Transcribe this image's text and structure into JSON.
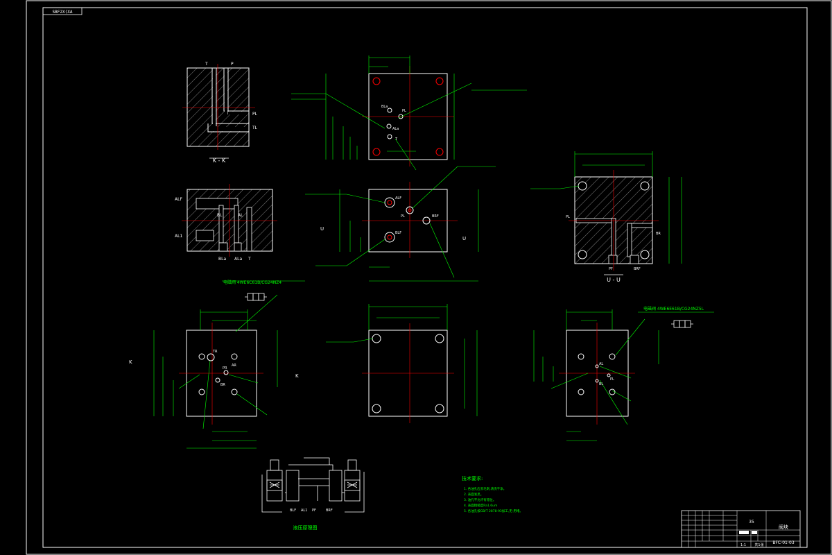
{
  "drawing_title": "SBF2X(XA",
  "sections": {
    "kk": "K - K",
    "uu": "U - U"
  },
  "ports": {
    "T": "T",
    "P": "P",
    "PL": "PL",
    "TL": "TL",
    "ALF": "ALF",
    "BLF": "BLF",
    "BL": "BL",
    "AL": "AL",
    "BLa": "BLa",
    "ALa": "ALa",
    "PF": "PF",
    "BRF": "BRF",
    "BR": "BR",
    "PR": "PR",
    "TR": "TR",
    "AR": "AR",
    "A1": "AL1",
    "K": "K",
    "U": "U"
  },
  "valve_notes": {
    "left": "电磁阀 4WE6C61B/CG24NZ4",
    "right": "电磁阀 4WE6E61B/CG24NZ5L"
  },
  "hydraulic_schematic": {
    "caption": "液压原理图",
    "ports": [
      "BLF",
      "AL1",
      "PF",
      "BRF"
    ]
  },
  "tech_requirements": {
    "title": "技术要求:",
    "items": [
      "1. 各油孔应去毛刺,清洗干净。",
      "2. 表面发黑。",
      "3. 油孔不允许有错位。",
      "4. 表面粗糙度Ra1.6um",
      "5. 各油孔按GB/T 2878-93加工,无-用堵。"
    ]
  },
  "title_block": {
    "material": "35",
    "name": "阀块",
    "drawing_no": "BFC-01-03",
    "scale": "1:1",
    "sheet": "共1张"
  },
  "colors": {
    "background": "#000000",
    "outline": "#ffffff",
    "dimension": "#00ff00",
    "centerline": "#ff0000"
  }
}
